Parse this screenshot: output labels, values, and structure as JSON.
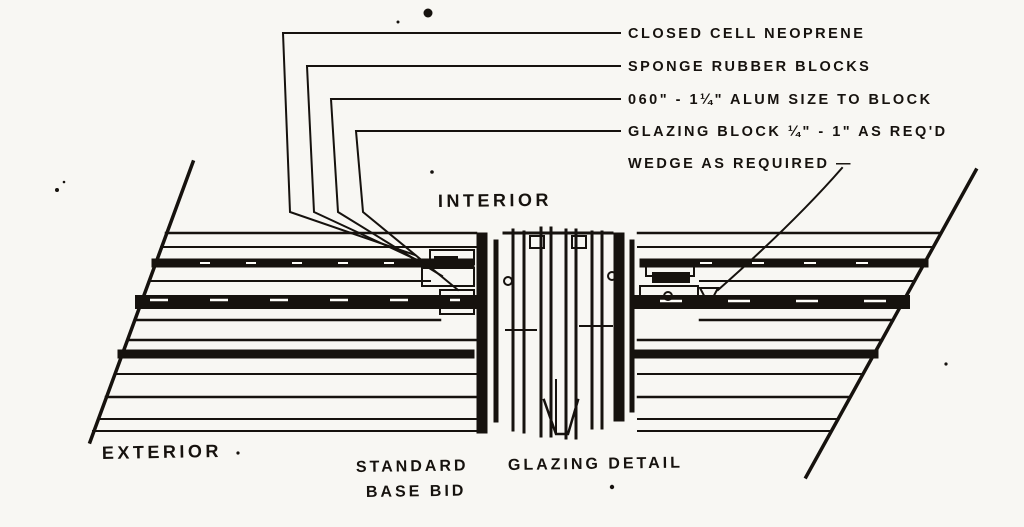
{
  "drawing": {
    "callouts": [
      {
        "label": "CLOSED CELL NEOPRENE"
      },
      {
        "label": "SPONGE RUBBER BLOCKS"
      },
      {
        "label": "060\" - 1¼\" ALUM SIZE TO BLOCK"
      },
      {
        "label": "GLAZING BLOCK ¼\" - 1\" AS REQ'D"
      },
      {
        "label": "WEDGE AS REQUIRED —"
      }
    ],
    "region_labels": {
      "interior": "INTERIOR",
      "exterior": "EXTERIOR"
    },
    "caption": {
      "part1": "STANDARD",
      "part2": "GLAZING DETAIL",
      "line2": "BASE BID"
    },
    "colors": {
      "ink": "#1b1713",
      "paper": "#f8f7f3"
    }
  }
}
